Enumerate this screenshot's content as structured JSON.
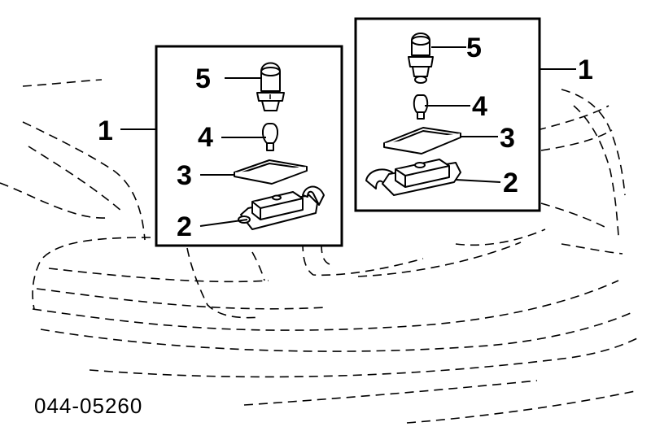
{
  "diagram": {
    "part_number": "044-05260",
    "left_assembly": {
      "assembly_callout": "1",
      "bulb_socket_callout": "5",
      "bulb_callout": "4",
      "lens_callout": "3",
      "housing_callout": "2"
    },
    "right_assembly": {
      "assembly_callout": "1",
      "bulb_socket_callout": "5",
      "bulb_callout": "4",
      "lens_callout": "3",
      "housing_callout": "2"
    }
  }
}
